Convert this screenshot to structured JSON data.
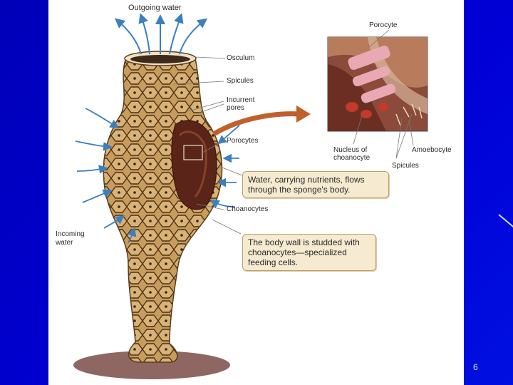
{
  "labels": {
    "outgoing_water": "Outgoing water",
    "osculum": "Osculum",
    "spicules": "Spicules",
    "incurrent_pores_1": "Incurrent",
    "incurrent_pores_2": "pores",
    "porocytes": "Porocytes",
    "choanocytes": "Choanocytes",
    "incoming_water_1": "Incoming",
    "incoming_water_2": "water",
    "porocyte": "Porocyte",
    "nucleus_1": "Nucleus of",
    "nucleus_2": "choanocyte",
    "amoebocyte": "Amoebocyte",
    "spicules_inset": "Spicules"
  },
  "callouts": {
    "water_flow": "Water, carrying nutrients, flows through the sponge's body.",
    "body_wall": "The body wall is studded with choanocytes—specialized feeding cells."
  },
  "slide": {
    "page_number": "6"
  },
  "colors": {
    "background": "#0000cc",
    "sponge_body": "#c9a063",
    "sponge_cell_lines": "#5a3a1a",
    "water_arrows": "#3a7fc0",
    "callout_fill": "#f6ead0",
    "arrow_orange": "#c0602a"
  }
}
